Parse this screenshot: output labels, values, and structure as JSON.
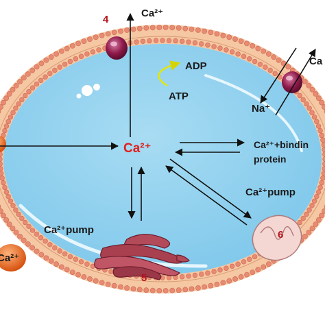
{
  "labels": {
    "ca_top": "Ca²⁺",
    "ca_center": "Ca²⁺",
    "ca_right_clip": "Ca",
    "ca_left_clip": "Ca²⁺",
    "adp": "ADP",
    "atp": "ATP",
    "na": "Na⁺",
    "binding_line1": "Ca²⁺+bindin",
    "binding_line2": "protein",
    "pump_right": "Ca²⁺pump",
    "pump_left": "Ca²⁺pump"
  },
  "numbers": {
    "n4": "4",
    "n5": "5",
    "n6": "6"
  },
  "colors": {
    "cytoplasm": "#8fd0ee",
    "membrane": "#f2b98f",
    "lipid_head": "#e98a72",
    "channel": "#8e1a4a",
    "orange_channel": "#e8621c",
    "accent_red": "#b5121b",
    "center_ca": "#e0201c",
    "er": "#b24a5a",
    "mitochondrion": "#f4d6d2",
    "atp_arrow": "#e6e600"
  }
}
